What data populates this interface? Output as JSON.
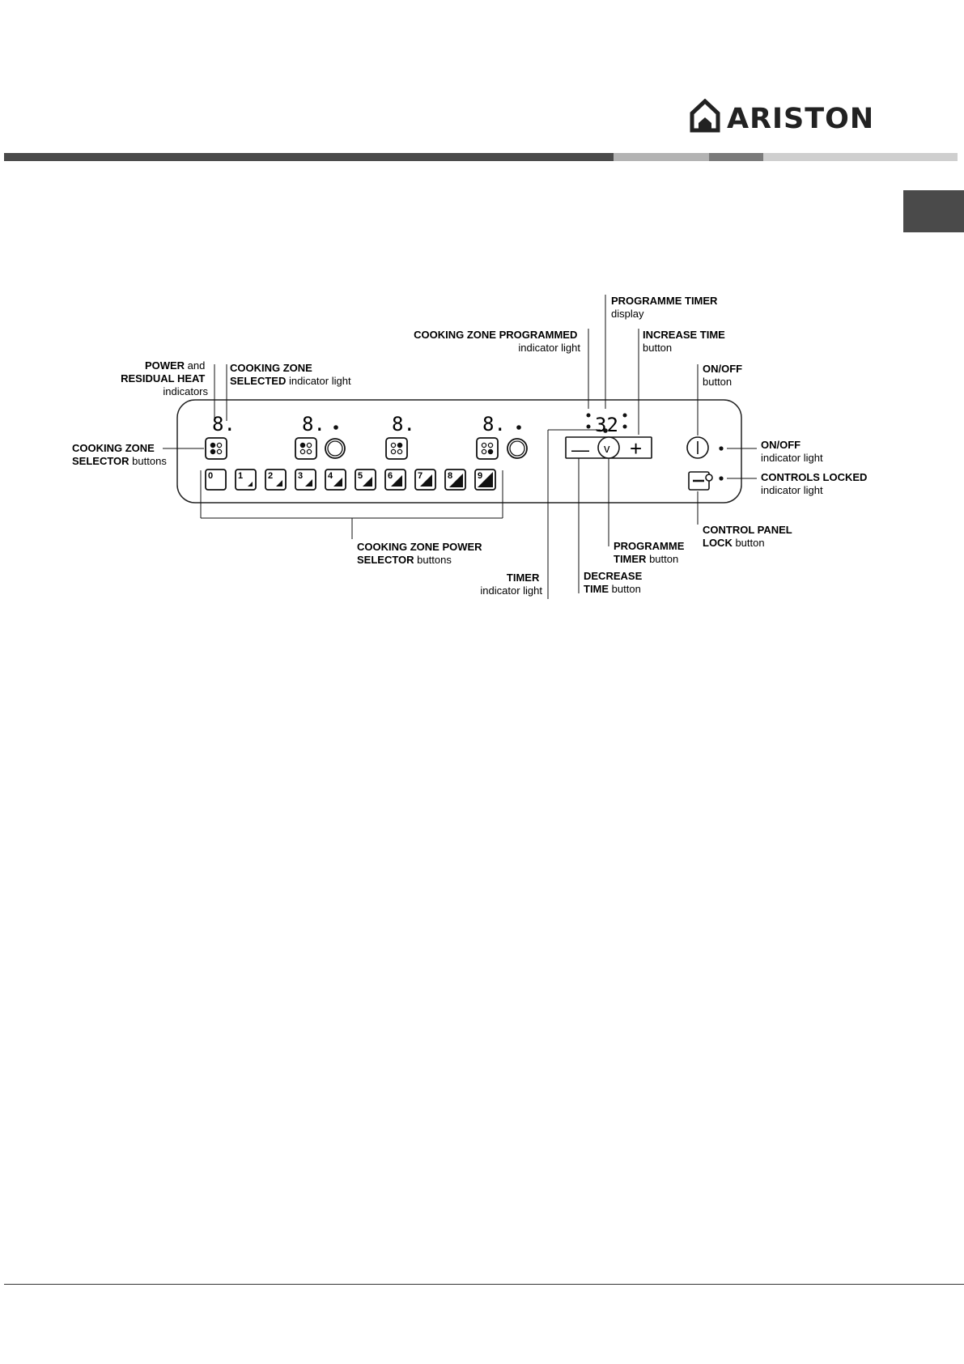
{
  "brand": {
    "name": "ARISTON"
  },
  "colors": {
    "bar_dark": "#4a4a4a",
    "bar_mid": "#b3b3b3",
    "bar_mid2": "#7a7a7a",
    "bar_light": "#cfcfcf",
    "tab": "#4a4a4a"
  },
  "panel": {
    "zone_displays": [
      "8.",
      "8.",
      "8.",
      "8."
    ],
    "timer_display": "32",
    "power_levels": [
      "0",
      "1",
      "2",
      "3",
      "4",
      "5",
      "6",
      "7",
      "8",
      "9"
    ],
    "decrease_symbol": "—",
    "increase_symbol": "+",
    "timer_symbol": "v"
  },
  "labels": {
    "power_residual_1a": "POWER",
    "power_residual_1b": " and",
    "power_residual_2": "RESIDUAL HEAT",
    "power_residual_3": "indicators",
    "zone_selected_1": "COOKING ZONE",
    "zone_selected_2a": "SELECTED",
    "zone_selected_2b": " indicator light",
    "zone_programmed_1": "COOKING ZONE PROGRAMMED",
    "zone_programmed_2": "indicator light",
    "programme_timer_display_1": "PROGRAMME TIMER",
    "programme_timer_display_2": "display",
    "increase_time_1": "INCREASE TIME",
    "increase_time_2": "button",
    "onoff_button_1": "ON/OFF",
    "onoff_button_2": "button",
    "onoff_light_1": "ON/OFF",
    "onoff_light_2": "indicator light",
    "controls_locked_1": "CONTROLS LOCKED",
    "controls_locked_2": "indicator light",
    "zone_selector_1": "COOKING ZONE",
    "zone_selector_2a": "SELECTOR",
    "zone_selector_2b": " buttons",
    "power_selector_1": "COOKING ZONE POWER",
    "power_selector_2a": "SELECTOR",
    "power_selector_2b": " buttons",
    "timer_light_1": "TIMER",
    "timer_light_2": "indicator  light",
    "decrease_time_1": "DECREASE",
    "decrease_time_2a": "TIME",
    "decrease_time_2b": " button",
    "programme_timer_button_1": "PROGRAMME",
    "programme_timer_button_2a": "TIMER",
    "programme_timer_button_2b": "  button",
    "panel_lock_1": "CONTROL PANEL",
    "panel_lock_2a": "LOCK",
    "panel_lock_2b": " button"
  }
}
